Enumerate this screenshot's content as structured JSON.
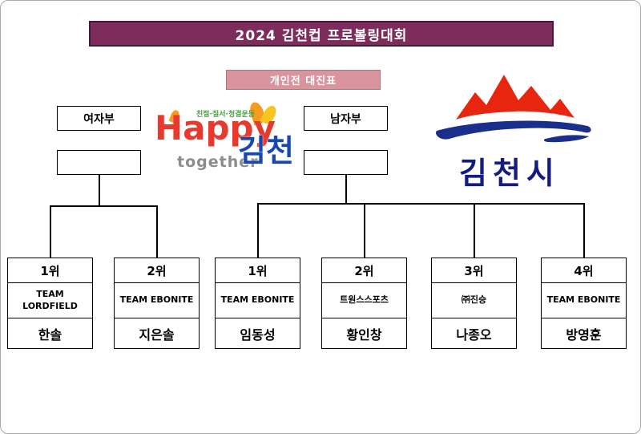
{
  "page": {
    "title": "2024 김천컵 프로볼링대회",
    "subtitle": "개인전 대진표"
  },
  "colors": {
    "title_bg": "#7e2c5c",
    "title_border": "#46183a",
    "subtitle_bg": "#d9949d",
    "box_border": "#000000",
    "happy_red": "#e8392f",
    "happy_orange": "#f59c20",
    "together_gray": "#8c8c8c",
    "gimcheon_blue": "#1747b0",
    "city_red": "#e8250f",
    "city_blue": "#1a2e8c",
    "city_navy": "#141c7d"
  },
  "bracket": {
    "left_division": "여자부",
    "right_division": "남자부",
    "entries": [
      {
        "rank": "1위",
        "team": "TEAM LORDFIELD",
        "player": "한솔"
      },
      {
        "rank": "2위",
        "team": "TEAM EBONITE",
        "player": "지은솔"
      },
      {
        "rank": "1위",
        "team": "TEAM EBONITE",
        "player": "임동성"
      },
      {
        "rank": "2위",
        "team": "트원스스포츠",
        "player": "황인창"
      },
      {
        "rank": "3위",
        "team": "㈜진승",
        "player": "나종오"
      },
      {
        "rank": "4위",
        "team": "TEAM EBONITE",
        "player": "방영훈"
      }
    ]
  },
  "logos": {
    "happy": {
      "slogan": "친절·질서·청결운동",
      "word": "Happy",
      "sub_word": "together",
      "city_word": "김천"
    },
    "city": {
      "name": "김천시"
    }
  }
}
